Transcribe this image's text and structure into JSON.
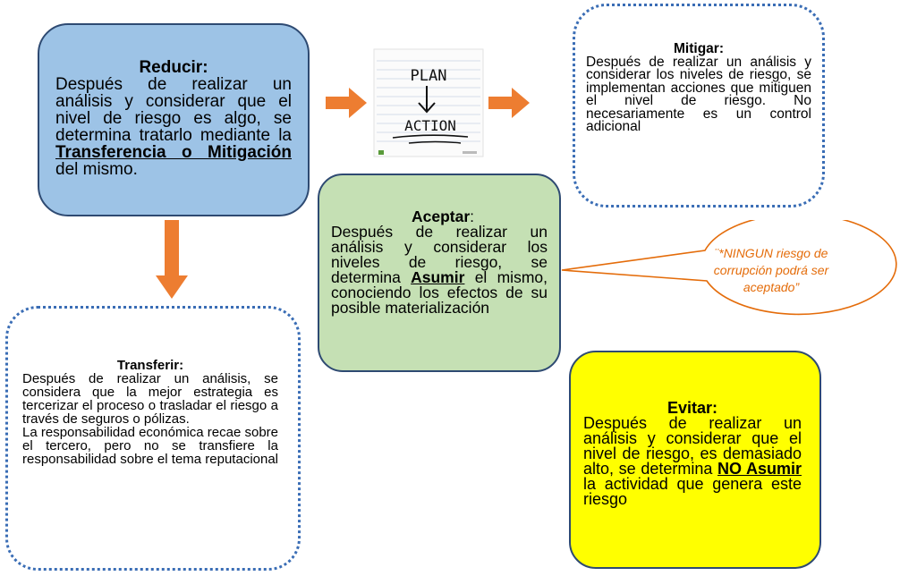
{
  "reducir": {
    "title": "Reducir:",
    "text_a": "Después de realizar un análisis y considerar que el nivel de riesgo es algo, se determina tratarlo mediante la ",
    "emph": "Transferencia o Mitigación",
    "text_b": " del mismo."
  },
  "plan_image": {
    "plan_text": "PLAN",
    "action_text": "ACTION"
  },
  "mitigar": {
    "title": "Mitigar:",
    "text": "Después de realizar un análisis y considerar los niveles de riesgo, se implementan acciones que mitiguen el nivel de riesgo. No necesariamente es un control adicional"
  },
  "aceptar": {
    "title": "Aceptar",
    "title_suffix": ":",
    "text_a": "Después de realizar un análisis y considerar los niveles de riesgo, se determina ",
    "emph": "Asumir",
    "text_b": " el mismo, conociendo los efectos de su posible materialización"
  },
  "callout": {
    "text": "¨*NINGUN riesgo de corrupción podrá ser aceptado”"
  },
  "transferir": {
    "title": "Transferir:",
    "text_1": "Después de realizar un análisis, se considera que la mejor estrategia es tercerizar el proceso o trasladar el riesgo a través de seguros o pólizas.",
    "text_2": "La responsabilidad económica recae sobre el tercero, pero no se transfiere la responsabilidad sobre el tema reputacional"
  },
  "evitar": {
    "title": "Evitar:",
    "text_a": "Después de realizar un análisis y considerar que el nivel de riesgo, es demasiado alto, se determina ",
    "emph": "NO Asumir",
    "text_b": " la actividad que genera este riesgo"
  },
  "colors": {
    "reducir_fill": "#9dc3e6",
    "aceptar_fill": "#c5e0b4",
    "evitar_fill": "#ffff00",
    "box_border": "#2e4a72",
    "dotted_border": "#3a6db5",
    "arrow": "#ed7d31",
    "callout_text": "#e46c0a"
  }
}
